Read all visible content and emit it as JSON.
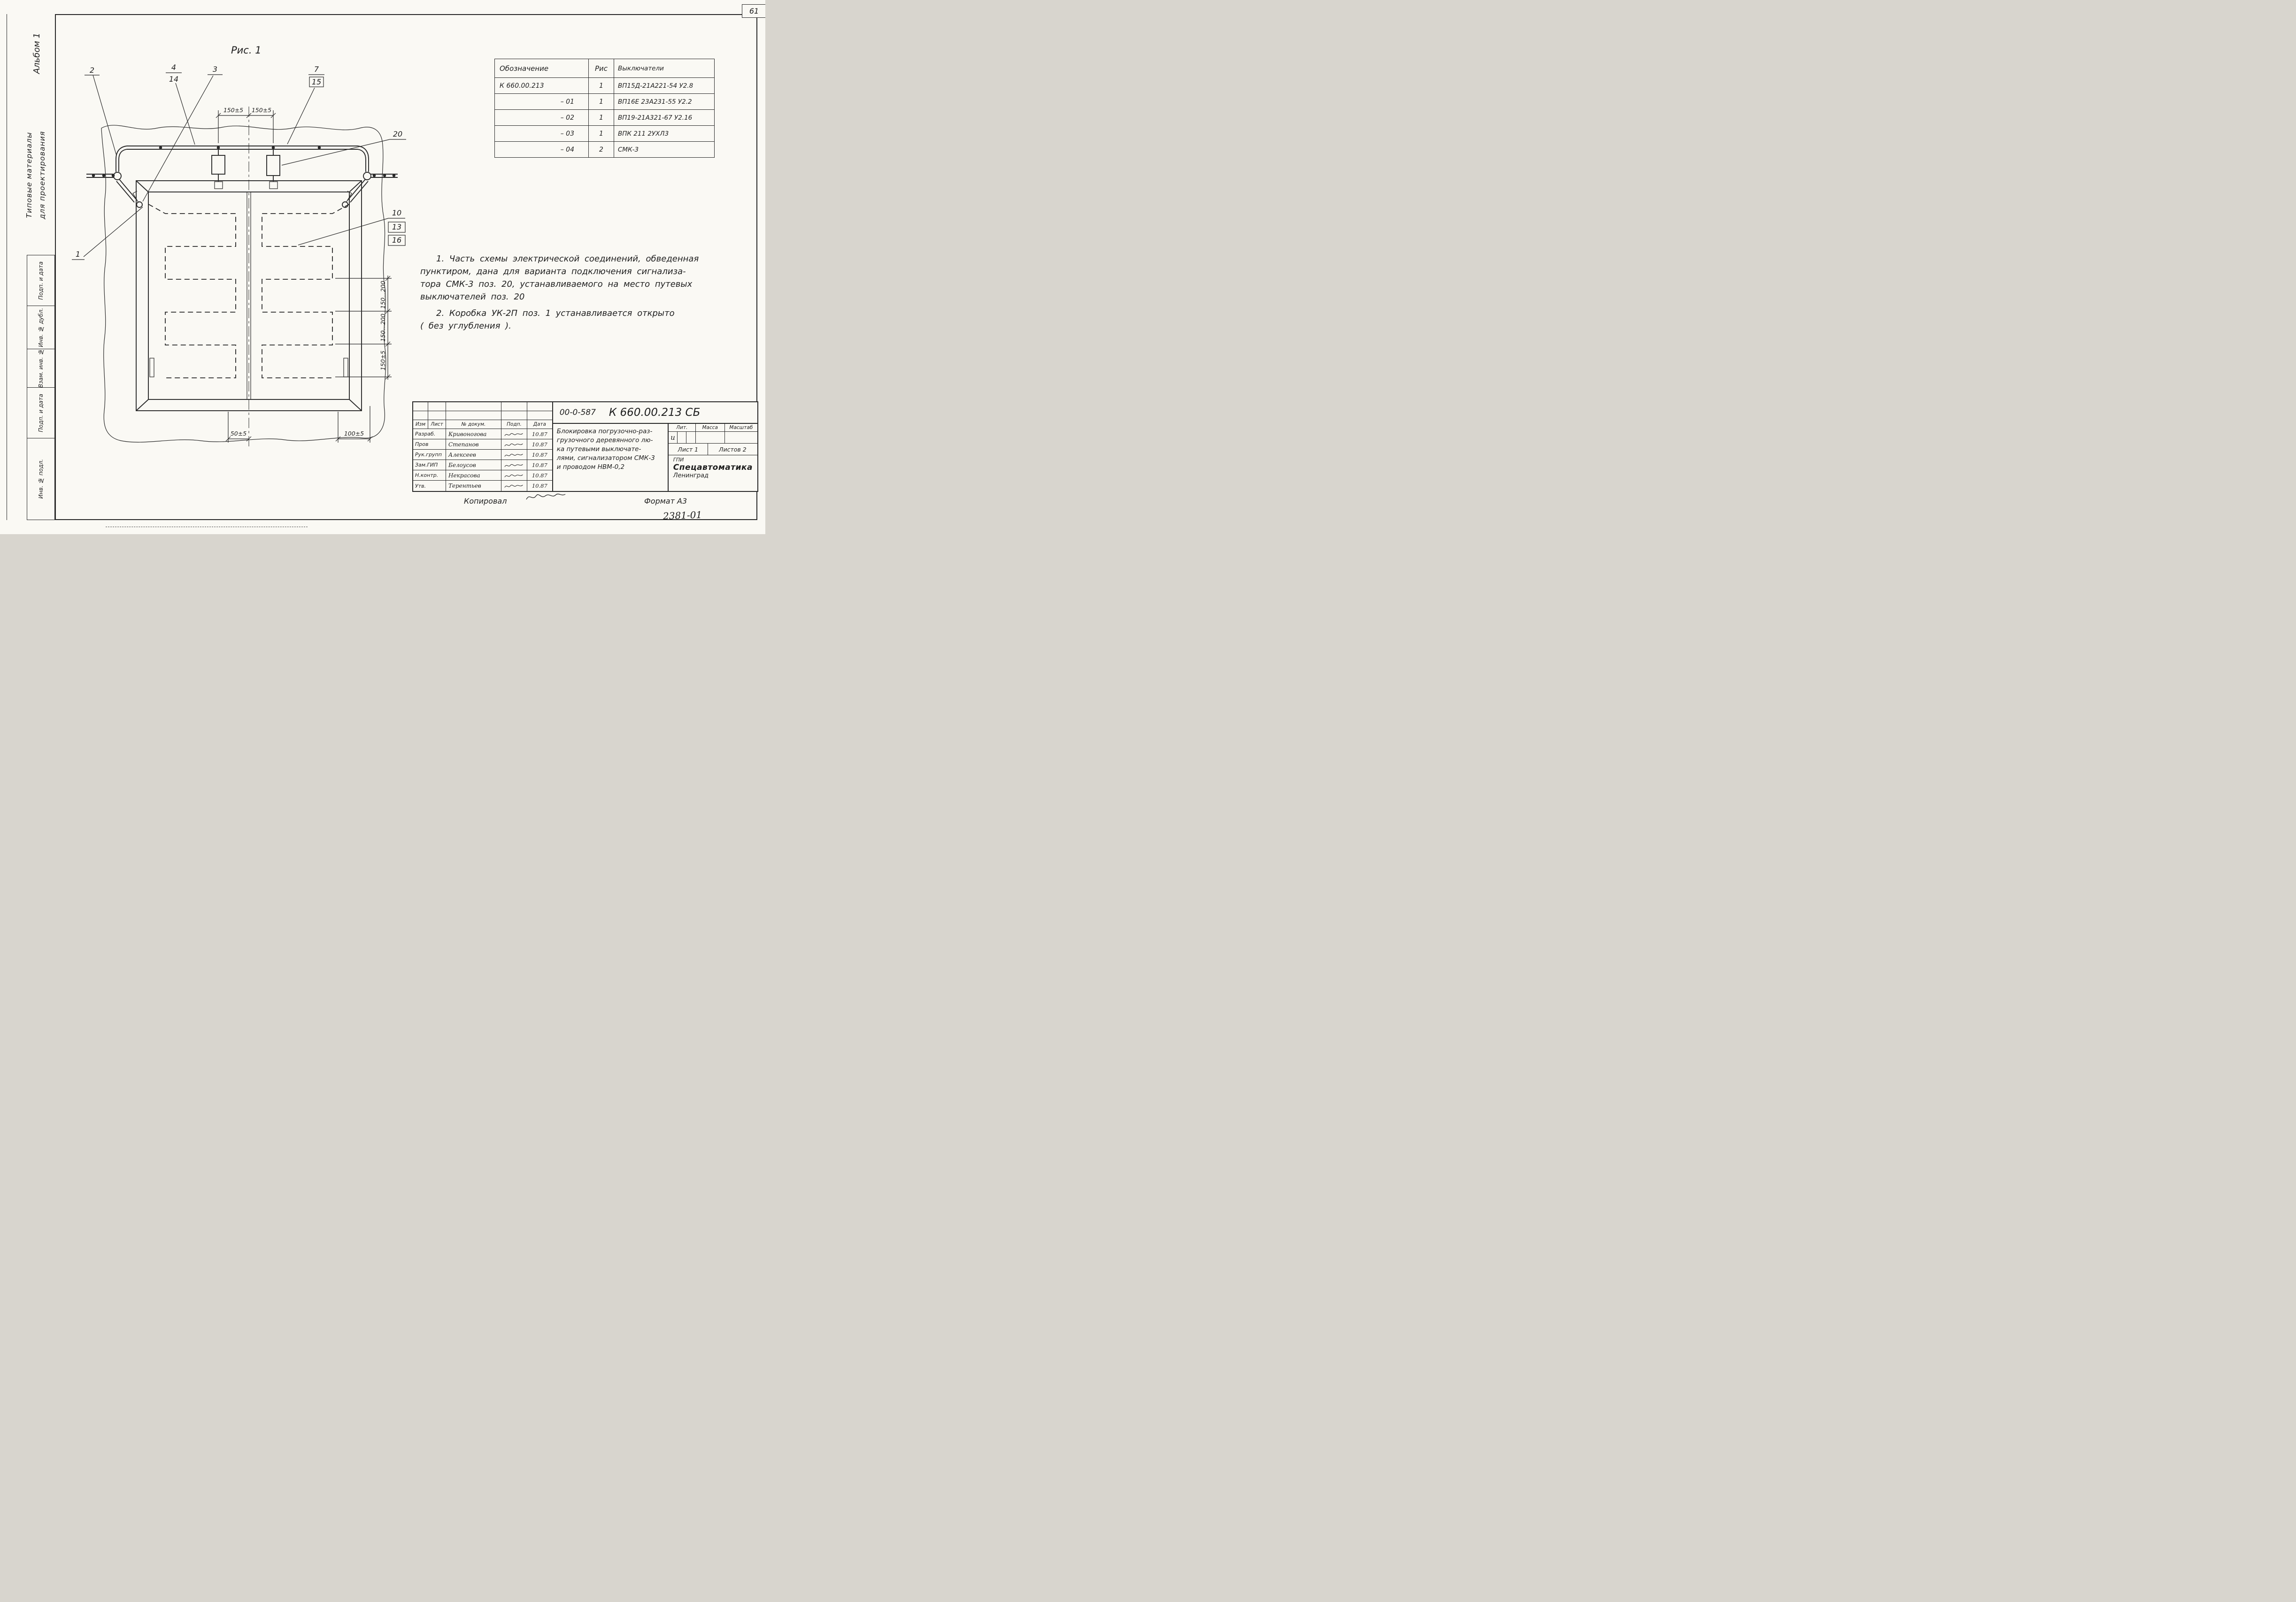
{
  "page": {
    "sheet_number": "61",
    "figure_label": "Рис. 1",
    "copied_label": "Копировал",
    "format_label": "Формат А3",
    "doc_stamp": "2381-01"
  },
  "margin": {
    "album": "Альбом 1",
    "series_top": "Типовые материалы",
    "series_bottom": "для проектирования",
    "cells": [
      "Подп. и дата",
      "Инв. № дубл.",
      "Взам. инв. №",
      "Подп. и дата",
      "Инв. № подл."
    ]
  },
  "parts_table": {
    "headers": [
      "Обозначение",
      "Рис",
      "Выключатели"
    ],
    "rows": [
      [
        "К 660.00.213",
        "1",
        "ВП15Д-21А221-54 У2.8"
      ],
      [
        "– 01",
        "1",
        "ВП16Е 23А231-55 У2.2"
      ],
      [
        "– 02",
        "1",
        "ВП19-21А321-67 У2.16"
      ],
      [
        "– 03",
        "1",
        "ВПК 211 2УХЛ3"
      ],
      [
        "– 04",
        "2",
        "СМК-3"
      ]
    ]
  },
  "notes": {
    "n1": [
      "1. Часть схемы электрической соединений, обведенная",
      "пунктиром, дана для варианта подключения сигнализа-",
      "тора СМК-3 поз. 20, устанавливаемого на место путевых",
      "выключателей поз. 20"
    ],
    "n2": [
      "2. Коробка УК-2П поз. 1 устанавливается открыто",
      "( без углубления )."
    ]
  },
  "drawing": {
    "callouts": {
      "c1": "1",
      "c2": "2",
      "c3": "3",
      "c4": "4",
      "c14": "14",
      "c7": "7",
      "c15": "15",
      "c20": "20",
      "c10": "10",
      "c13": "13",
      "c16": "16"
    },
    "dims": {
      "top1": "150±5",
      "top2": "150±5",
      "bottom1": "50±5",
      "bottom2": "100±5",
      "side1": "150...200",
      "side2": "150...200",
      "side3": "150±5"
    }
  },
  "title_block": {
    "doc_small": "00-0-587",
    "doc_main": "К 660.00.213 СБ",
    "change_header": [
      "Изм",
      "Лист",
      "№ докум.",
      "Подп.",
      "Дата"
    ],
    "sign_rows": [
      {
        "role": "Разраб.",
        "name": "Кривоногова",
        "date": "10.87"
      },
      {
        "role": "Пров",
        "name": "Степанов",
        "date": "10.87"
      },
      {
        "role": "Рук.групп",
        "name": "Алексеев",
        "date": "10.87"
      },
      {
        "role": "Зам.ГИП",
        "name": "Белоусов",
        "date": "10.87"
      },
      {
        "role": "Н.контр.",
        "name": "Некрасова",
        "date": "10.87"
      },
      {
        "role": "Утв.",
        "name": "Терентьев",
        "date": "10.87"
      }
    ],
    "title_lines": [
      "Блокировка погрузочно-раз-",
      "грузочного деревянного лю-",
      "ка путевыми выключате-",
      "лями, сигнализатором СМК-3",
      "и проводом НВМ-0,2"
    ],
    "lit_label": "Лит.",
    "lit_value": "и",
    "mass_label": "Масса",
    "scale_label": "Масштаб",
    "sheet_label": "Лист 1",
    "sheets_label": "Листов 2",
    "org_lines": [
      "ГПИ",
      "Спецавтоматика",
      "Ленинград"
    ]
  }
}
